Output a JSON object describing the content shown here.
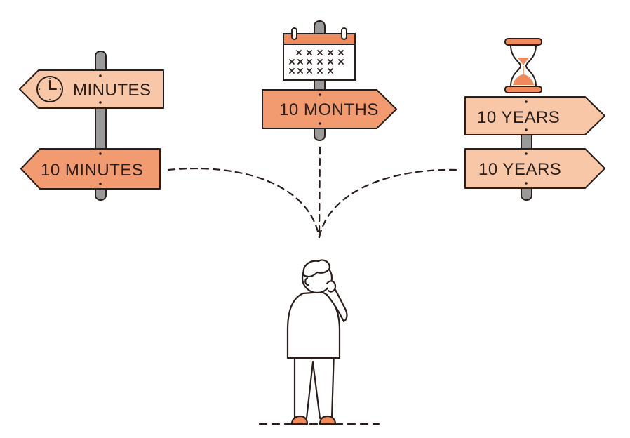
{
  "colors": {
    "outline": "#2a1e1a",
    "sign_light": "#f8c7a8",
    "sign_dark": "#f29a70",
    "pole": "#9a9a9a",
    "accent": "#ee8a5c"
  },
  "icons": [
    "clock-icon",
    "calendar-icon",
    "hourglass-icon",
    "person-icon"
  ],
  "signs": {
    "left_top": "MINUTES",
    "left_bottom": "10 MINUTES",
    "center": "10 MONTHS",
    "right_top": "10 YEARS",
    "right_bottom": "10 YEARS"
  }
}
